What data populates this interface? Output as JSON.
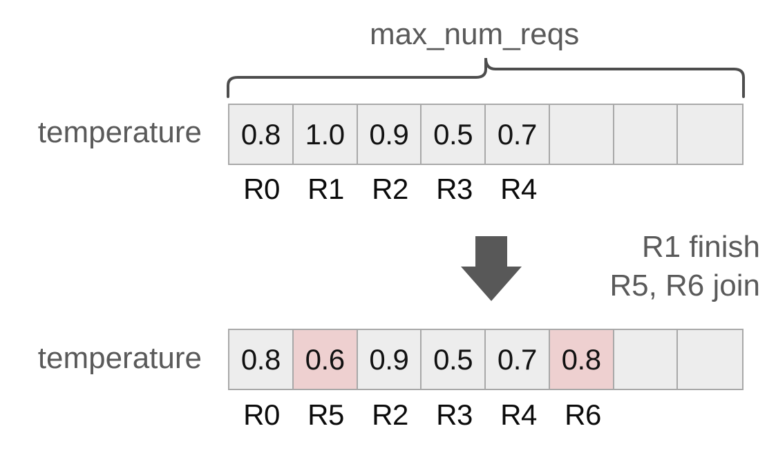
{
  "diagram": {
    "title_label": "max_num_reqs",
    "brace_icon": "curly-brace-top",
    "arrow_icon": "down-arrow-icon",
    "colors": {
      "cell_fill": "#ededed",
      "cell_border": "#a8a8a8",
      "highlight_fill": "#eed0d0",
      "label_gray": "#5a5a5a",
      "arrow_gray": "#585858",
      "value_text": "#111111"
    },
    "transition_note": {
      "line1": "R1 finish",
      "line2": "R5, R6 join"
    },
    "states": [
      {
        "row_label": "temperature",
        "capacity": 8,
        "cells": [
          {
            "value": "0.8",
            "request": "R0",
            "highlight": false,
            "empty": false
          },
          {
            "value": "1.0",
            "request": "R1",
            "highlight": false,
            "empty": false
          },
          {
            "value": "0.9",
            "request": "R2",
            "highlight": false,
            "empty": false
          },
          {
            "value": "0.5",
            "request": "R3",
            "highlight": false,
            "empty": false
          },
          {
            "value": "0.7",
            "request": "R4",
            "highlight": false,
            "empty": false
          },
          {
            "value": "",
            "request": "",
            "highlight": false,
            "empty": true
          },
          {
            "value": "",
            "request": "",
            "highlight": false,
            "empty": true
          },
          {
            "value": "",
            "request": "",
            "highlight": false,
            "empty": true
          }
        ]
      },
      {
        "row_label": "temperature",
        "capacity": 8,
        "cells": [
          {
            "value": "0.8",
            "request": "R0",
            "highlight": false,
            "empty": false
          },
          {
            "value": "0.6",
            "request": "R5",
            "highlight": true,
            "empty": false
          },
          {
            "value": "0.9",
            "request": "R2",
            "highlight": false,
            "empty": false
          },
          {
            "value": "0.5",
            "request": "R3",
            "highlight": false,
            "empty": false
          },
          {
            "value": "0.7",
            "request": "R4",
            "highlight": false,
            "empty": false
          },
          {
            "value": "0.8",
            "request": "R6",
            "highlight": true,
            "empty": false
          },
          {
            "value": "",
            "request": "",
            "highlight": false,
            "empty": true
          },
          {
            "value": "",
            "request": "",
            "highlight": false,
            "empty": true
          }
        ]
      }
    ]
  }
}
